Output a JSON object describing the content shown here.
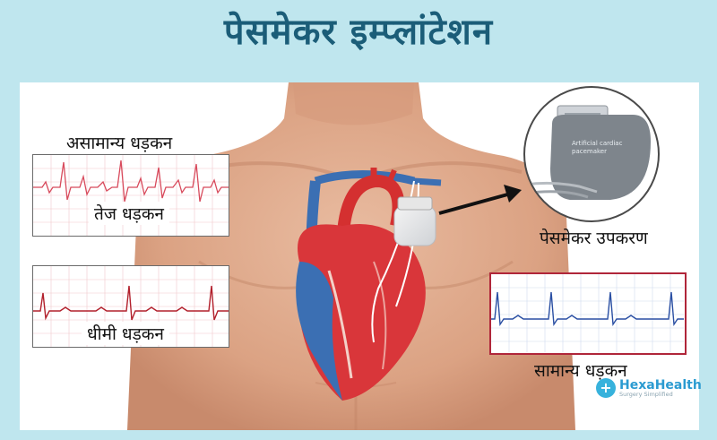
{
  "title": "पेसमेकर इम्प्लांटेशन",
  "labels": {
    "abnormal_heartbeat": "असामान्य धड़कन",
    "fast_heartbeat": "तेज धड़कन",
    "slow_heartbeat": "धीमी धड़कन",
    "normal_heartbeat": "सामान्य धड़कन",
    "pacemaker_device": "पेसमेकर उपकरण"
  },
  "device": {
    "text_line1": "Artificial cardiac",
    "text_line2": "pacemaker"
  },
  "logo": {
    "name": "HexaHealth",
    "tagline": "Surgery Simplified"
  },
  "colors": {
    "title": "#1b5d78",
    "fast_ecg": "#d84a5c",
    "slow_ecg": "#b2202c",
    "normal_ecg": "#2a4fa3",
    "normal_frame": "#b0263a"
  }
}
